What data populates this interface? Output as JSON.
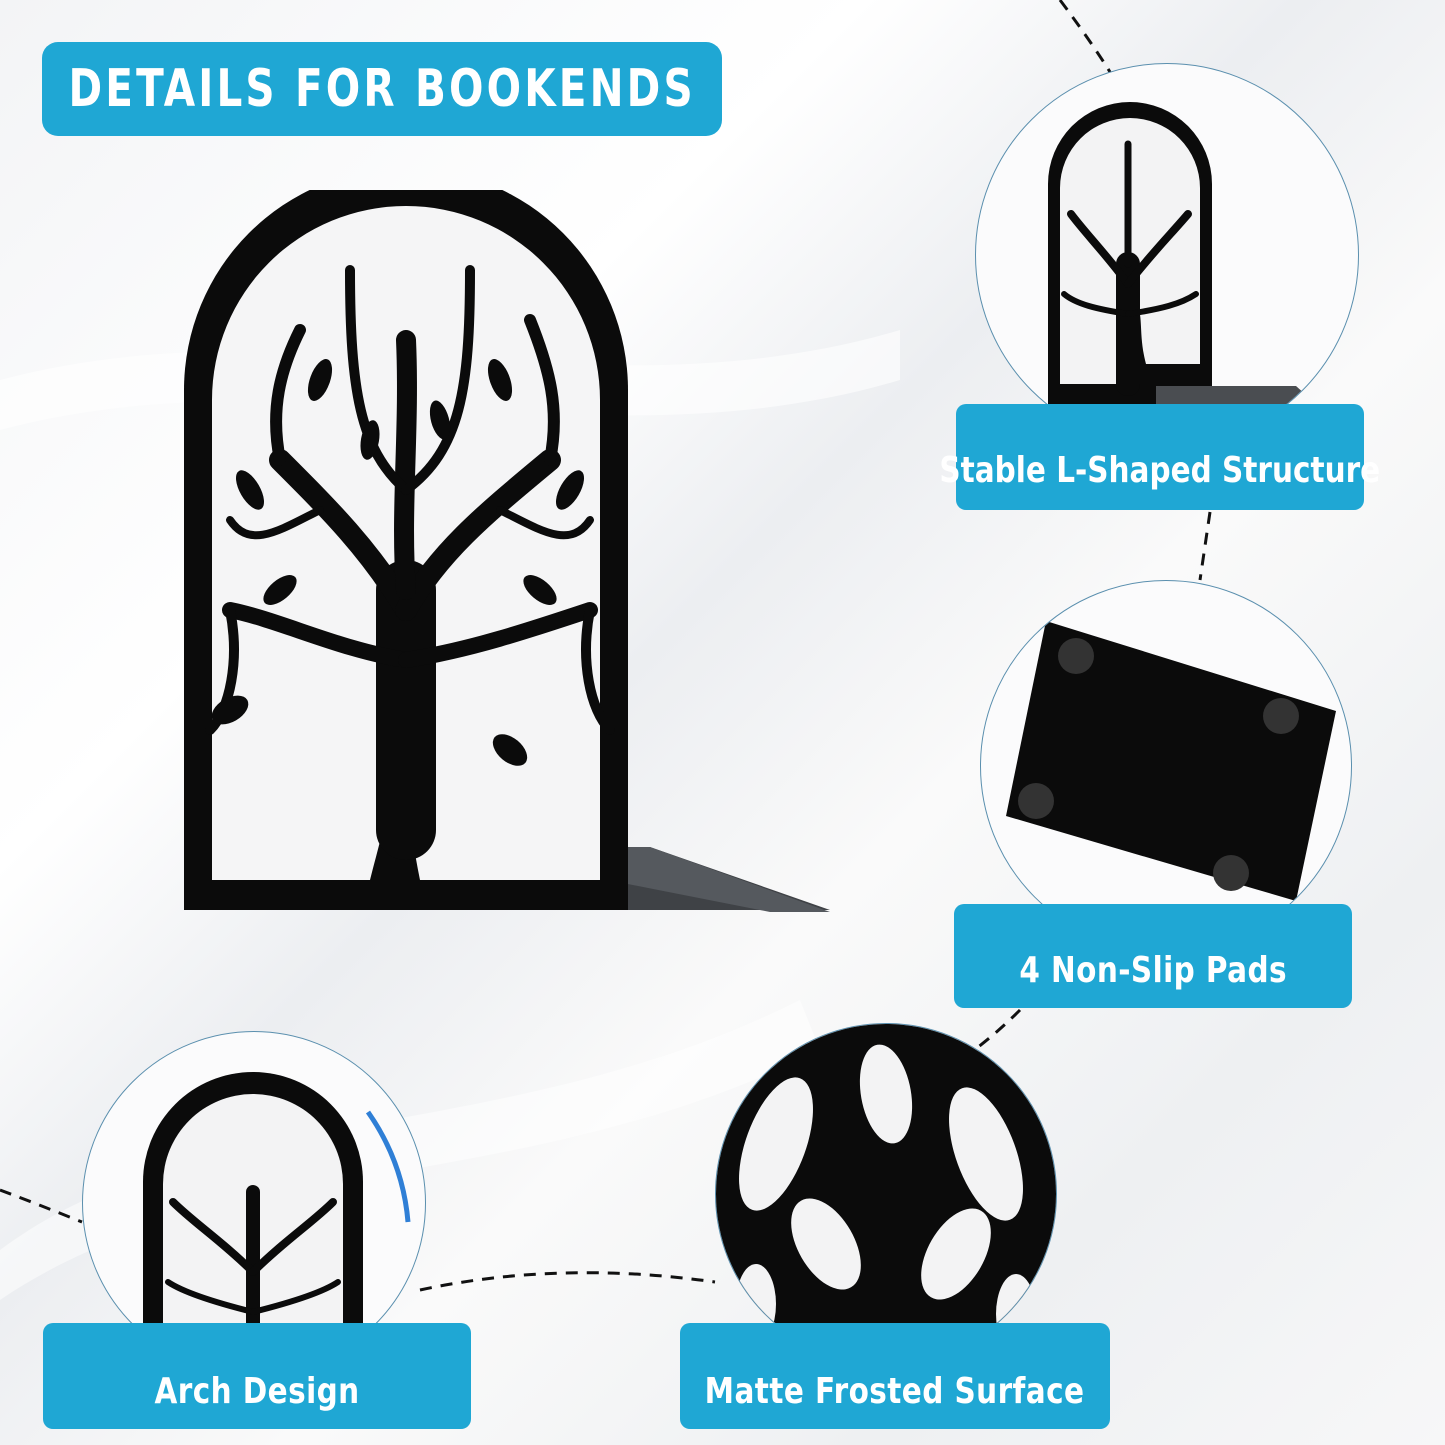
{
  "header": {
    "title": "DETAILS FOR BOOKENDS"
  },
  "features": [
    {
      "label": "Stable L-Shaped Structure",
      "image": "bookend-l-shape"
    },
    {
      "label": "4 Non-Slip Pads",
      "image": "bookend-base-pads"
    },
    {
      "label": "Arch Design",
      "image": "arch-closeup"
    },
    {
      "label": "Matte Frosted Surface",
      "image": "surface-closeup"
    }
  ],
  "colors": {
    "accent": "#1fa7d4",
    "text": "#ffffff",
    "product": "#0a0a0a"
  }
}
